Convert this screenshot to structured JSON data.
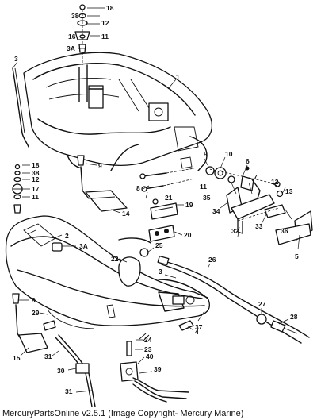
{
  "footer": {
    "caption": "MercuryPartsOnline v2.5.1 (Image Copyright- Mercury Marine)"
  },
  "callouts": {
    "c18a": "18",
    "c38a": "38",
    "c12a": "12",
    "c16": "16",
    "c11a": "11",
    "c3Aa": "3A",
    "c3": "3",
    "c1": "1",
    "c9a": "9",
    "c10": "10",
    "c6": "6",
    "c7": "7",
    "c18b": "18",
    "c38b": "38",
    "c12b": "12",
    "c17": "17",
    "c11b": "11",
    "c9b": "9",
    "c8": "8",
    "c11c": "11",
    "c35": "35",
    "c21": "21",
    "c19": "19",
    "c14": "14",
    "c20": "20",
    "c34": "34",
    "c32": "32",
    "c33": "33",
    "c36": "36",
    "c12c": "12",
    "c13": "13",
    "c5": "5",
    "c2": "2",
    "c3Ab": "3A",
    "c22": "22",
    "c25": "25",
    "c26": "26",
    "c3b": "3",
    "c9c": "9",
    "c29": "29",
    "c4": "4",
    "c37": "37",
    "c27": "27",
    "c28": "28",
    "c24": "24",
    "c23": "23",
    "c15": "15",
    "c31": "31",
    "c40": "40",
    "c39": "39",
    "c30": "30",
    "c31b": "31"
  }
}
